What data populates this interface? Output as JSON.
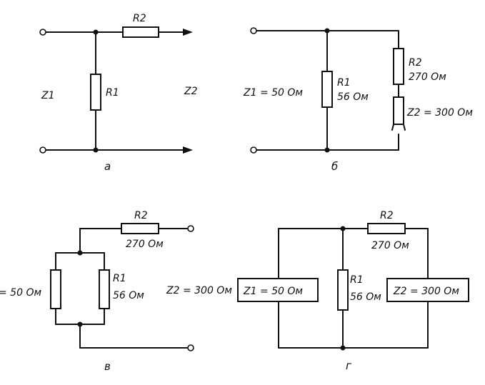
{
  "panel_a": {
    "r2": "R2",
    "r1": "R1",
    "z1": "Z1",
    "z2": "Z2",
    "caption": "а"
  },
  "panel_b": {
    "z1": "Z1 = 50 Ом",
    "r1": "R1",
    "r1_value": "56 Ом",
    "r2": "R2",
    "r2_value": "270 Ом",
    "z2": "Z2 = 300 Ом",
    "caption": "б"
  },
  "panel_v": {
    "r2": "R2",
    "r2_value": "270 Ом",
    "z1": "= 50 Ом",
    "r1": "R1",
    "r1_value": "56 Ом",
    "z2": "Z2 = 300 Ом",
    "caption": "в"
  },
  "panel_g": {
    "r2": "R2",
    "r2_value": "270 Ом",
    "z1": "Z1 = 50 Ом",
    "r1": "R1",
    "r1_value": "56 Ом",
    "z2": "Z2 = 300 Ом",
    "caption": "г"
  }
}
